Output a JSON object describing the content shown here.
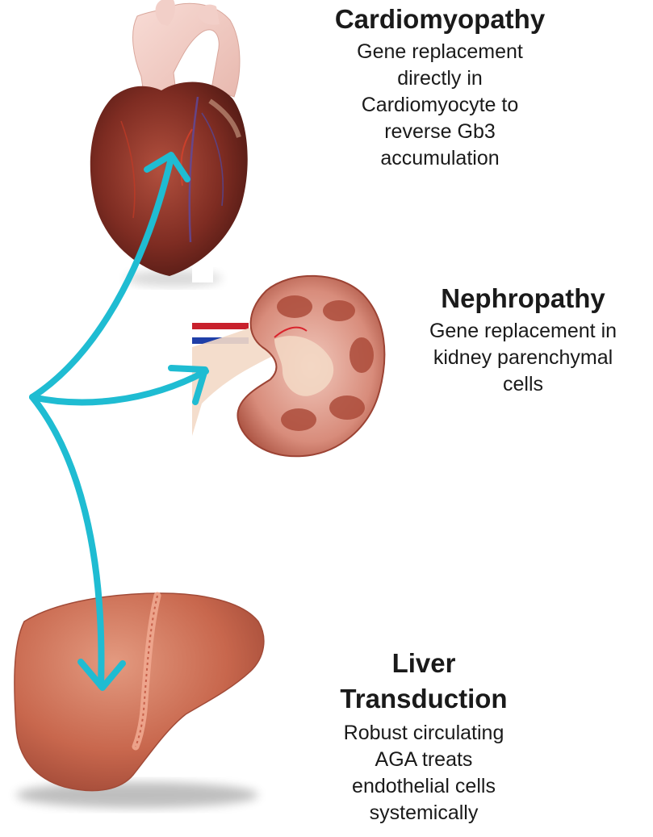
{
  "callouts": {
    "cardiomyopathy": {
      "title": "Cardiomyopathy",
      "lines": [
        "Gene replacement",
        "directly in",
        "Cardiomyocyte to",
        "reverse Gb3",
        "accumulation"
      ]
    },
    "nephropathy": {
      "title": "Nephropathy",
      "lines": [
        "Gene replacement in",
        "kidney parenchymal",
        "cells"
      ]
    },
    "liver": {
      "title_lines": [
        "Liver",
        "Transduction"
      ],
      "lines": [
        "Robust circulating",
        "AGA treats",
        "endothelial cells",
        "systemically"
      ]
    }
  },
  "icons": {
    "heart": "heart-illustration",
    "kidney": "kidney-illustration",
    "liver": "liver-illustration"
  },
  "colors": {
    "arrow": "#1fbcd2",
    "heart": "#8a2e25",
    "kidney": "#d78f80",
    "liver": "#c7664d"
  }
}
